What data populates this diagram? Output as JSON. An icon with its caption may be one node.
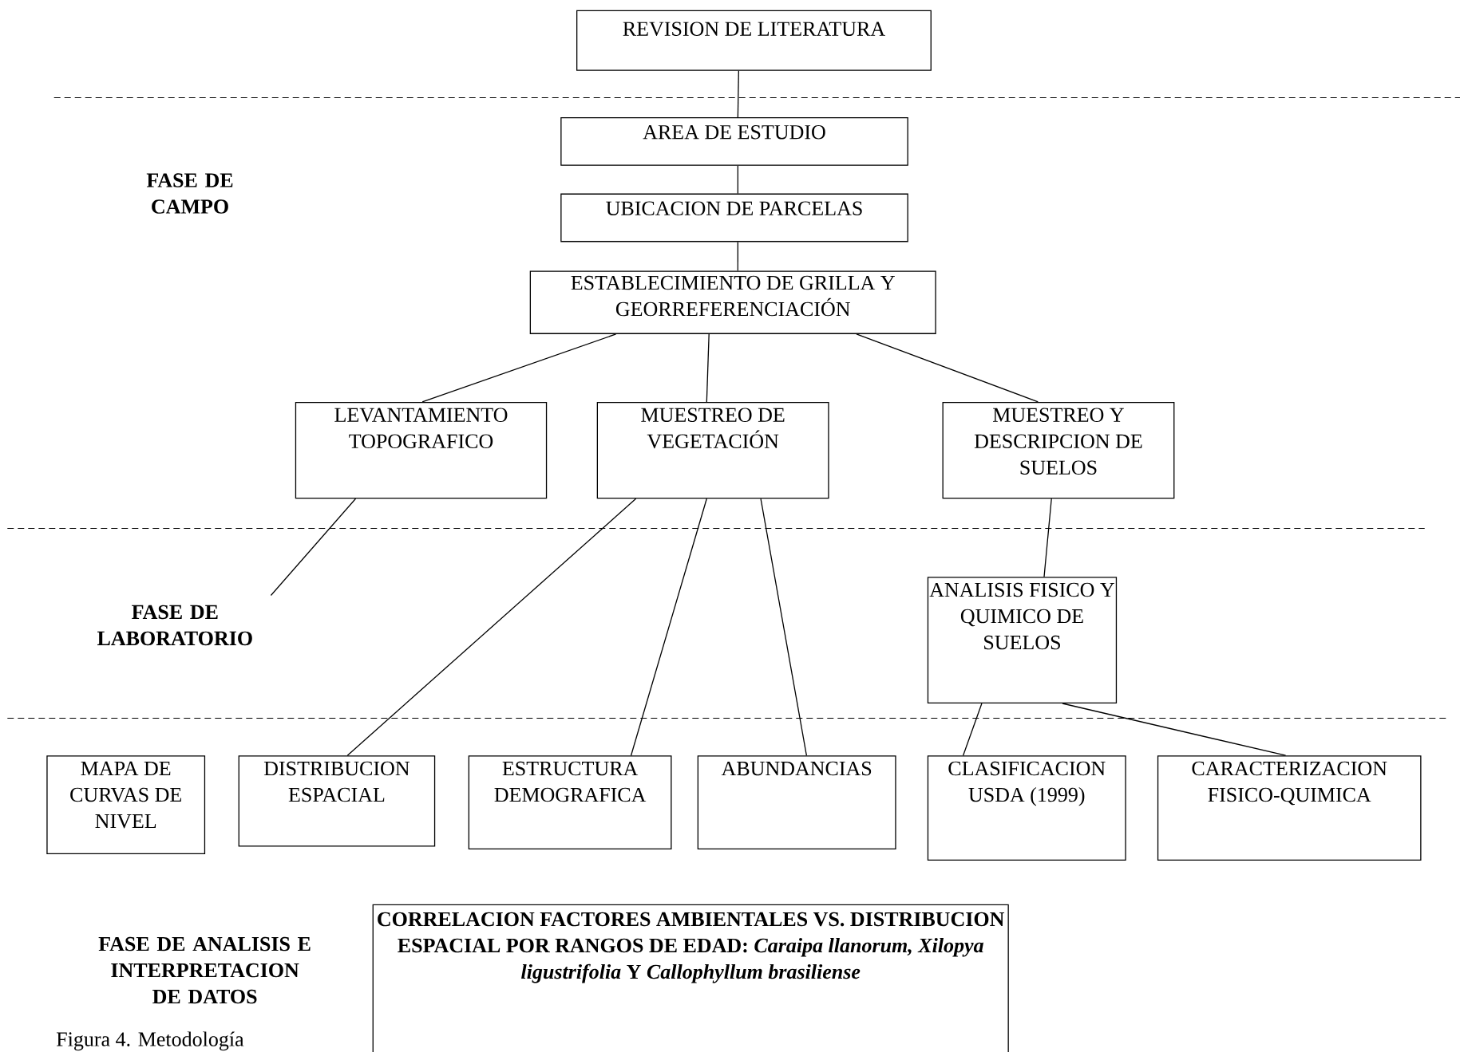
{
  "diagram": {
    "caption": "Figura 4. Metodología",
    "nodes": [
      {
        "text": [
          "REVISION DE LITERATURA"
        ]
      },
      {
        "text": [
          "AREA DE ESTUDIO"
        ]
      },
      {
        "text": [
          "UBICACION DE PARCELAS"
        ]
      },
      {
        "text": [
          "ESTABLECIMIENTO DE GRILLA Y GEORREFERENCIACIÓN"
        ]
      },
      {
        "text": [
          "LEVANTAMIENTO TOPOGRAFICO"
        ]
      },
      {
        "text": [
          "MUESTREO DE VEGETACIÓN"
        ]
      },
      {
        "text": [
          "MUESTREO Y DESCRIPCION DE SUELOS"
        ]
      },
      {
        "text": [
          "ANALISIS FISICO Y QUIMICO DE SUELOS"
        ]
      },
      {
        "text": [
          "MAPA DE CURVAS DE NIVEL"
        ]
      },
      {
        "text": [
          "DISTRIBUCION ESPACIAL"
        ]
      },
      {
        "text": [
          "ESTRUCTURA DEMOGRAFICA"
        ]
      },
      {
        "text": [
          "ABUNDANCIAS"
        ]
      },
      {
        "text": [
          "CLASIFICACION USDA (1999)"
        ]
      },
      {
        "text": [
          "CARACTERIZACION FISICO-QUIMICA"
        ]
      },
      {
        "text": [
          "CORRELACION FACTORES AMBIENTALES VS. DISTRIBUCION ESPACIAL POR RANGOS DE EDAD: *Caraipa llanorum, Xilopya ligustrifolia* Y *Callophyllum brasiliense*"
        ]
      }
    ],
    "edges": [
      {
        "from": 0,
        "to": 1,
        "arrow": "none"
      },
      {
        "from": 1,
        "to": 2,
        "arrow": "none"
      },
      {
        "from": 2,
        "to": 3,
        "arrow": "none"
      },
      {
        "from": 3,
        "to": 4,
        "arrow": "none"
      },
      {
        "from": 3,
        "to": 5,
        "arrow": "none"
      },
      {
        "from": 3,
        "to": 6,
        "arrow": "none"
      },
      {
        "from": 4,
        "to": null,
        "arrow": "none"
      },
      {
        "from": 5,
        "to": 9,
        "arrow": "none"
      },
      {
        "from": 5,
        "to": 10,
        "arrow": "none"
      },
      {
        "from": 5,
        "to": 11,
        "arrow": "none"
      },
      {
        "from": 6,
        "to": 7,
        "arrow": "none"
      },
      {
        "from": 7,
        "to": 12,
        "arrow": "none"
      },
      {
        "from": 7,
        "to": 13,
        "arrow": "none"
      }
    ],
    "labels": [
      "FASE DE CAMPO",
      "FASE DE LABORATORIO",
      "FASE DE ANALISIS E INTERPRETACION DE DATOS"
    ]
  }
}
